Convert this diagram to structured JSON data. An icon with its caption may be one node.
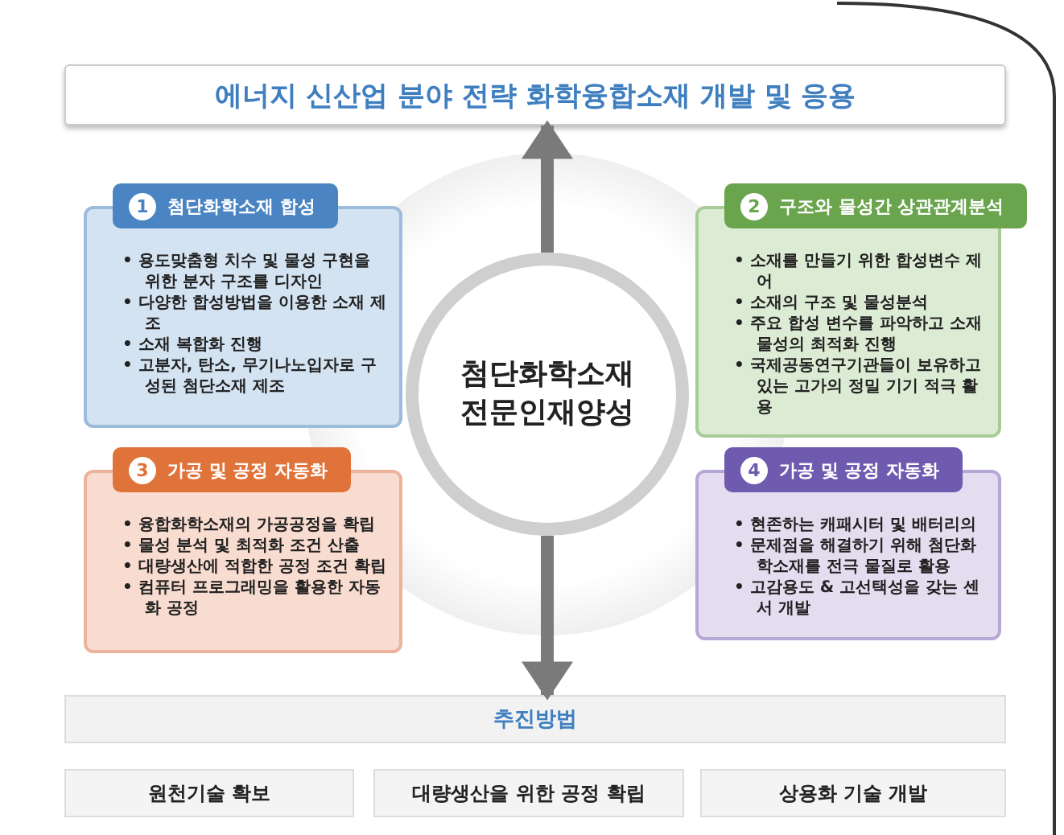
{
  "diagram": {
    "nodes": [
      {
        "text": [
          "에너지 신산업 분야 전략 화학융합소재 개발 및 응용"
        ]
      },
      {
        "text": [
          "1",
          "첨단화학소재 합성",
          "• 용도맞춤형 치수 및 물성 구현을 위한 분자 구조를 디자인",
          "• 다양한 합성방법을 이용한 소재 제조",
          "• 소재 복합화 진행",
          "• 고분자, 탄소, 무기나노입자로 구성된 첨단소재 제조"
        ]
      },
      {
        "text": [
          "2",
          "구조와 물성간 상관관계분석",
          "• 소재를 만들기 위한 합성변수 제어",
          "• 소재의 구조 및 물성분석",
          "• 주요 합성 변수를 파악하고 소재 물성의 최적화 진행",
          "• 국제공동연구기관들이 보유하고 있는 고가의 정밀 기기 적극 활용"
        ]
      },
      {
        "text": [
          "첨단화학소재 전문인재양성"
        ]
      },
      {
        "text": [
          "3",
          "가공 및 공정 자동화",
          "• 융합화학소재의 가공공정을 확립",
          "• 물성 분석 및 최적화 조건 산출",
          "• 대량생산에 적합한 공정 조건 확립",
          "• 컴퓨터 프로그래밍을 활용한 자동화 공정"
        ]
      },
      {
        "text": [
          "4",
          "가공 및 공정 자동화",
          "• 현존하는 캐패시터 및 배터리의",
          "• 문제점을 해결하기 위해 첨단화학소재를 전극 물질로 활용",
          "• 고감용도 & 고선택성을 갖는 센서 개발"
        ]
      },
      {
        "text": [
          "추진방법"
        ]
      },
      {
        "text": [
          "원천기술 확보"
        ]
      },
      {
        "text": [
          "대량생산을 위한 공정 확립"
        ]
      },
      {
        "text": [
          "상용화 기술 개발"
        ]
      }
    ],
    "edges": [
      {
        "from": 3,
        "to": 0,
        "arrow": "to"
      },
      {
        "from": 3,
        "to": 6,
        "arrow": "to"
      }
    ]
  }
}
